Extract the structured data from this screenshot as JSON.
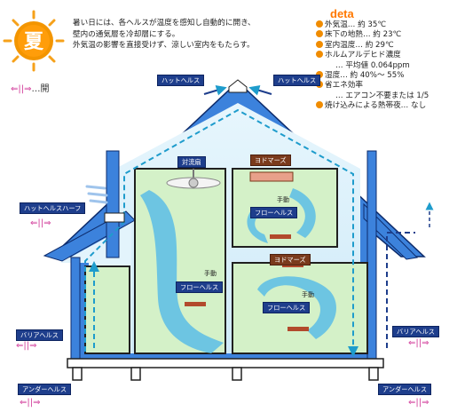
{
  "season": {
    "label": "夏"
  },
  "intro": {
    "lines": [
      "暑い日には、各ヘルスが温度を感知し自動的に開き、",
      "壁内の通気層を冷却層にする。",
      "外気温の影響を直接受けず、涼しい室内をもたらす。"
    ]
  },
  "data_panel": {
    "title": "deta",
    "rows": [
      {
        "text": "外気温… 約 35℃",
        "bullet": true
      },
      {
        "text": "床下の地熱… 約 23℃",
        "bullet": true
      },
      {
        "text": "室内温度… 約 29℃",
        "bullet": true
      },
      {
        "text": "ホルムアルデヒド濃度",
        "bullet": true
      },
      {
        "text": "… 平均値 0.064ppm",
        "bullet": false
      },
      {
        "text": "湿度… 約 40%～ 55%",
        "bullet": true
      },
      {
        "text": "省エネ効率",
        "bullet": true
      },
      {
        "text": "… エアコン不要または 1/5",
        "bullet": false
      },
      {
        "text": "焼け込みによる熱帯夜… なし",
        "bullet": true
      }
    ]
  },
  "legend": {
    "symbol": "⇐||⇒",
    "word": "…開"
  },
  "labels": {
    "hat_left": "ハットヘルス",
    "hat_right": "ハットヘルス",
    "hat_half": "ハットヘルスハーフ",
    "fan": "対流扇",
    "yodomars_upper": "ヨドマーズ",
    "yodomars_lower": "ヨドマーズ",
    "manual_1": "手動",
    "manual_2": "手動",
    "manual_3": "手動",
    "flow_1": "フローヘルス",
    "flow_2": "フローヘルス",
    "flow_3": "フローヘルス",
    "barrier_left": "バリアヘルス",
    "barrier_right": "バリアヘルス",
    "under_left": "アンダーヘルス",
    "under_right": "アンダーヘルス"
  },
  "colors": {
    "wall_blue": "#3c82dc",
    "interior_green": "#d4f1c8",
    "attic_blue": "#d2ecf9",
    "airflow_dash": "#1e9ccc",
    "label_navy": "#1e3e8c",
    "accent_orange": "#f08c00",
    "open_pink": "#d23b9a"
  }
}
